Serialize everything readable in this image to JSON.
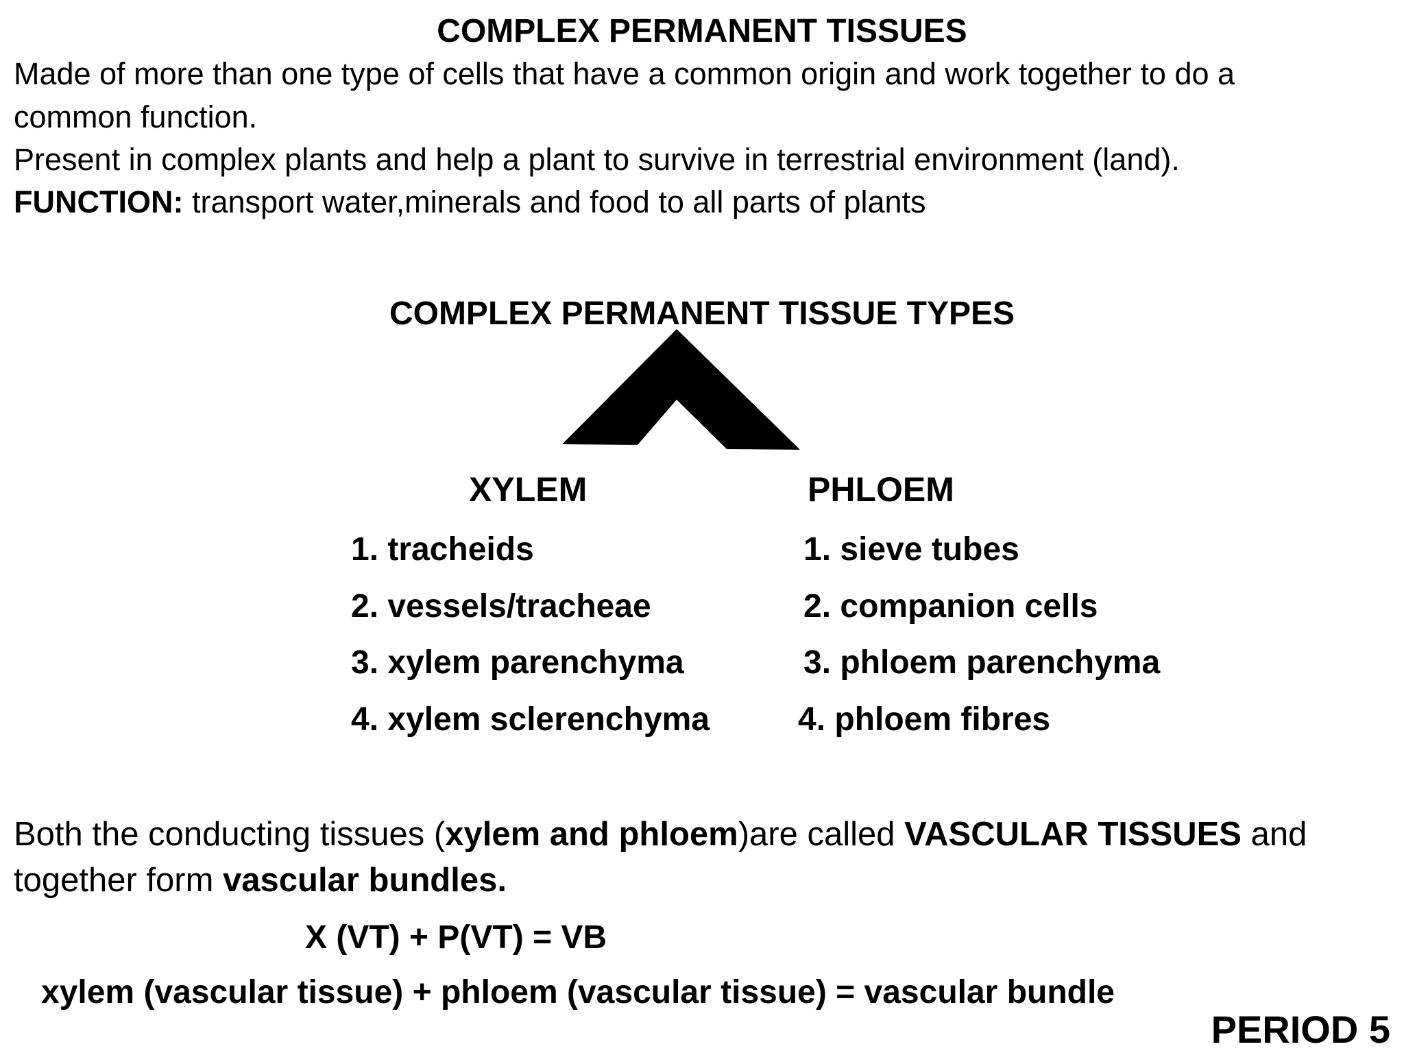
{
  "title": "COMPLEX PERMANENT TISSUES",
  "definition": {
    "line1": "Made of more than one type of cells that have a common origin and work together to do a",
    "line2": "common function.",
    "line3": "Present in complex plants and help a plant to survive in terrestrial environment (land).",
    "function_label": "FUNCTION:",
    "function_text": " transport water,minerals and food to all parts of plants"
  },
  "diagram": {
    "title": "COMPLEX PERMANENT TISSUE TYPES",
    "icon": "branch-chevron-icon",
    "xylem": {
      "heading": "XYLEM",
      "items": [
        "1. tracheids",
        "2. vessels/tracheae",
        "3. xylem parenchyma",
        "4. xylem sclerenchyma"
      ]
    },
    "phloem": {
      "heading": "PHLOEM",
      "items": [
        "1. sieve tubes",
        "2. companion cells",
        "3. phloem parenchyma",
        "4. phloem fibres"
      ]
    }
  },
  "vascular": {
    "p1": "Both the conducting tissues (",
    "b1": "xylem and phloem",
    "p2": ")are called ",
    "b2": "VASCULAR TISSUES",
    "p3": " and",
    "p4": "together form ",
    "b3": "vascular bundles."
  },
  "formula": {
    "short": "X (VT)  +  P(VT) = VB",
    "long": "xylem (vascular tissue) +   phloem (vascular tissue) = vascular bundle"
  },
  "period": "PERIOD 5"
}
